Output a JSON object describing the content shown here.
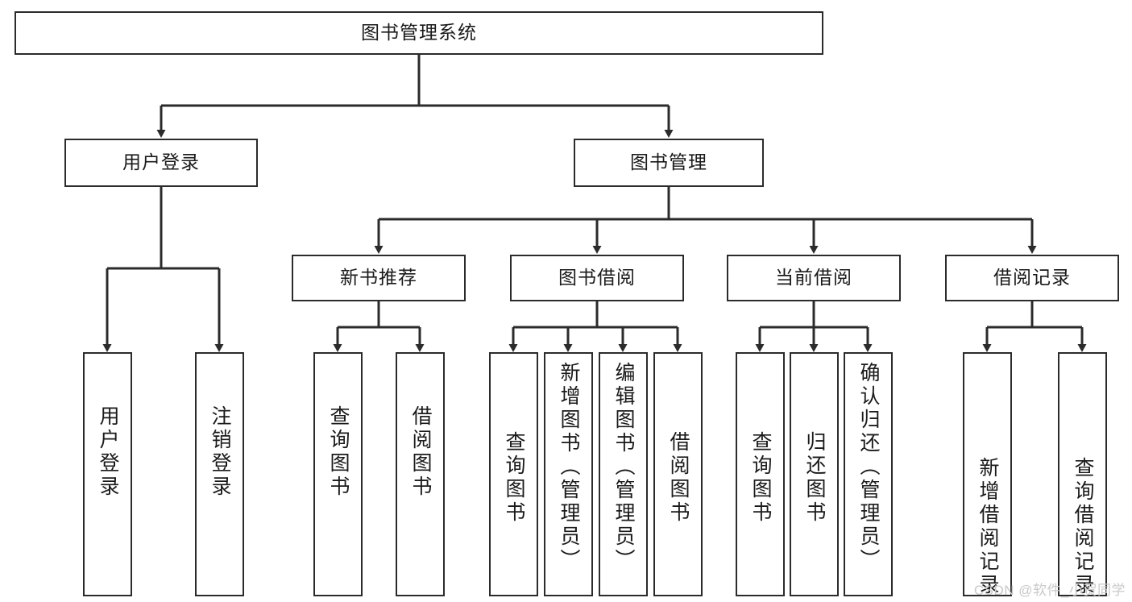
{
  "diagram": {
    "type": "tree",
    "title": "图书管理系统",
    "orientation": "top-down",
    "colors": {
      "box_border": "#2b2b2b",
      "box_fill": "#ffffff",
      "edge": "#2b2b2b",
      "text": "#1a1a1a",
      "watermark": "#c9c9c9",
      "background": "#ffffff"
    },
    "root": {
      "label": "图书管理系统"
    },
    "level2": [
      {
        "id": "user-login",
        "label": "用户登录"
      },
      {
        "id": "book-manage",
        "label": "图书管理"
      }
    ],
    "level3": [
      {
        "id": "new-book-rec",
        "label": "新书推荐",
        "parent": "book-manage"
      },
      {
        "id": "book-borrow",
        "label": "图书借阅",
        "parent": "book-manage"
      },
      {
        "id": "current-borrow",
        "label": "当前借阅",
        "parent": "book-manage"
      },
      {
        "id": "borrow-record",
        "label": "借阅记录",
        "parent": "book-manage"
      }
    ],
    "leaves": {
      "user_login": [
        {
          "id": "leaf-user-login",
          "label": "用户登录"
        },
        {
          "id": "leaf-logout",
          "label": "注销登录"
        }
      ],
      "new_book_rec": [
        {
          "id": "leaf-query-book-1",
          "label": "查询图书"
        },
        {
          "id": "leaf-borrow-book-1",
          "label": "借阅图书"
        }
      ],
      "book_borrow": [
        {
          "id": "leaf-query-book-2",
          "label": "查询图书"
        },
        {
          "id": "leaf-add-book",
          "label": "新增图书（管理员）"
        },
        {
          "id": "leaf-edit-book",
          "label": "编辑图书（管理员）"
        },
        {
          "id": "leaf-borrow-book-2",
          "label": "借阅图书"
        }
      ],
      "current_borrow": [
        {
          "id": "leaf-query-book-3",
          "label": "查询图书"
        },
        {
          "id": "leaf-return-book",
          "label": "归还图书"
        },
        {
          "id": "leaf-confirm-return",
          "label": "确认归还（管理员）"
        }
      ],
      "borrow_record": [
        {
          "id": "leaf-add-record",
          "label": "新增借阅记录"
        },
        {
          "id": "leaf-query-record",
          "label": "查询借阅记录"
        }
      ]
    }
  },
  "watermark": {
    "text": "CSDN @软件_小贺同学"
  }
}
